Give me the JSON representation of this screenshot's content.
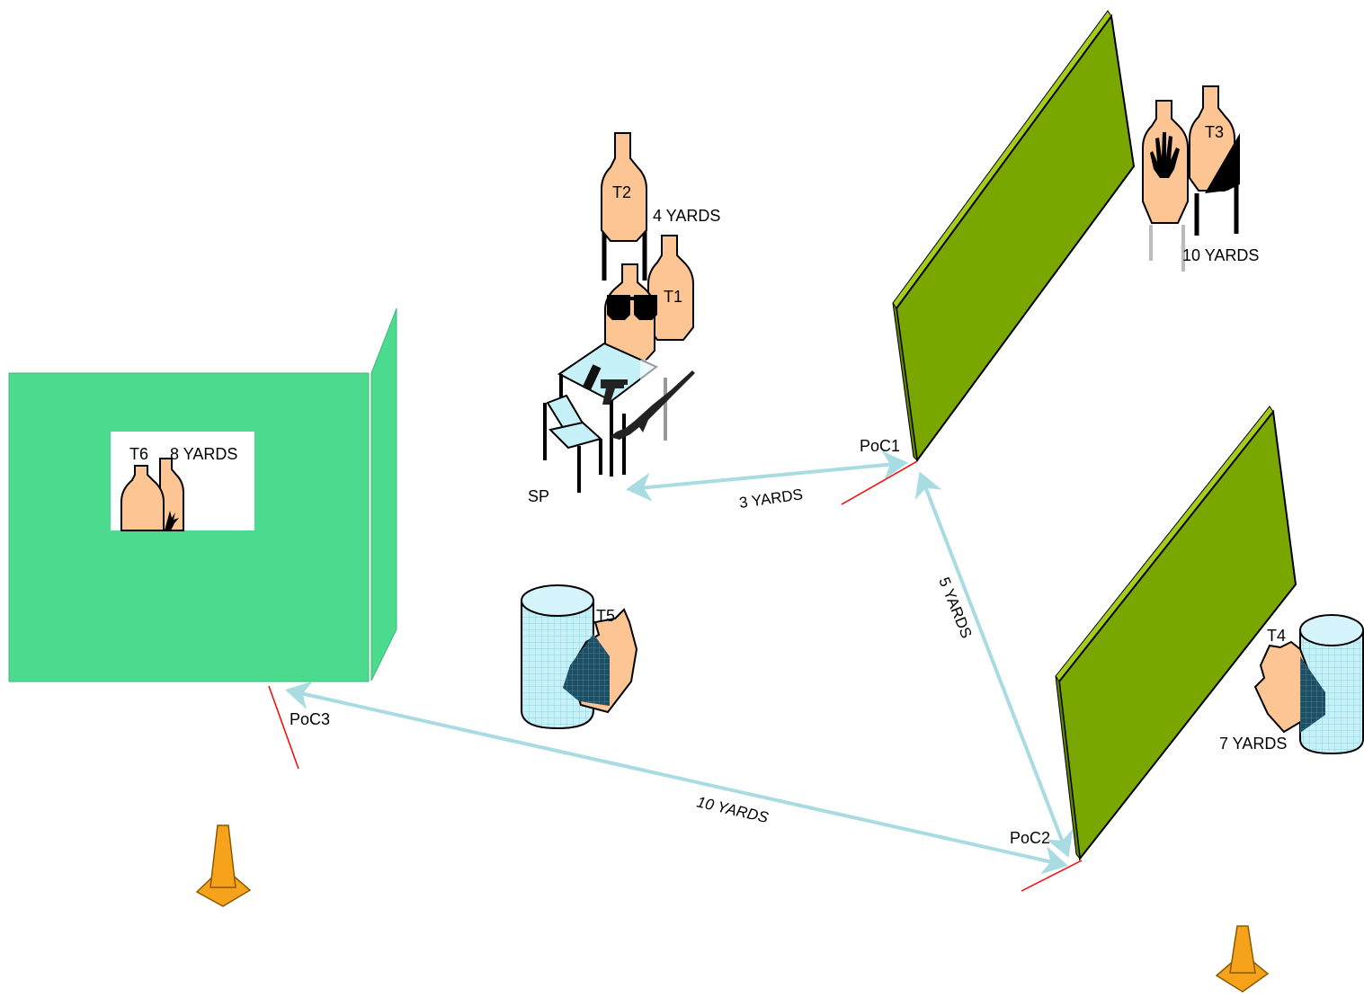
{
  "labels": {
    "t1": "T1",
    "t2": "T2",
    "t3": "T3",
    "t4": "T4",
    "t5": "T5",
    "t6": "T6",
    "sp": "SP",
    "poc1": "PoC1",
    "poc2": "PoC2",
    "poc3": "PoC3"
  },
  "distances": {
    "t2": "4 YARDS",
    "t3": "10 YARDS",
    "t4": "7 YARDS",
    "t6": "8 YARDS",
    "sp_to_poc1": "3 YARDS",
    "poc1_to_poc2": "5 YARDS",
    "poc2_to_poc3": "10 YARDS"
  },
  "colors": {
    "wall": "#7aa600",
    "wall_edge": "#a6cc1a",
    "barricade": "#4cda8f",
    "target": "#fcc593",
    "arrow": "#a8dbe2",
    "fault_line": "#ff0000",
    "cone": "#f7a21b",
    "barrel": "#c6f1f9"
  }
}
